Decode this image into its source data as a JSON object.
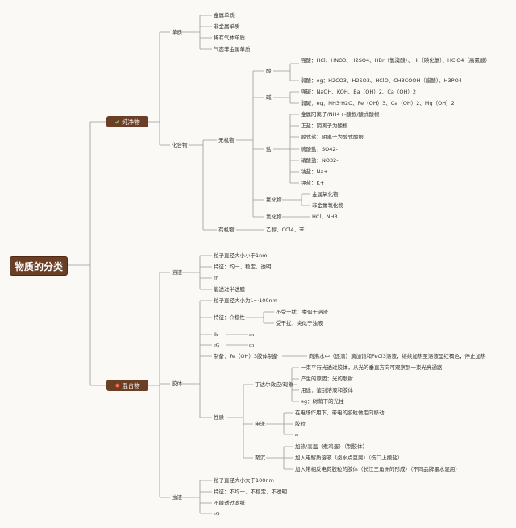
{
  "colors": {
    "node_fill": "#6b3e26",
    "line": "#999999",
    "background": "#faf9f6",
    "text": "#333333"
  },
  "root": "物质的分类",
  "pure": {
    "label": "纯净物",
    "icon": "check-icon",
    "simple": {
      "label": "单质",
      "items": [
        "金属单质",
        "非金属单质",
        "稀有气体单质",
        "气态非金属单质"
      ]
    },
    "compound": {
      "label": "化合物",
      "inorganic": {
        "label": "无机物",
        "acid": {
          "label": "酸",
          "strong": "强酸：HCl、HNO3、H2SO4、HBr（氢溴酸）、HI（碘化氢）、HClO4（高氯酸）",
          "weak": "弱酸：eg：H2CO3、H2SO3、HClO、CH3COOH（醋酸）、H3PO4"
        },
        "base": {
          "label": "碱",
          "strong": "强碱：NaOH、KOH、Ba（OH）2、Ca（OH）2",
          "weak": "弱碱：eg：NH3·H2O、Fe（OH）3、Ca（OH）2、Mg（OH）2"
        },
        "salt": {
          "label": "盐",
          "items": [
            "金属阳离子/NH4+-酸根/酸式酸根",
            "正盐：阴离子为酸根",
            "酸式盐：阴离子为酸式酸根",
            "硫酸盐：SO42-",
            "硝酸盐：NO32-",
            "钠盐：Na+",
            "钾盐：K+"
          ]
        },
        "oxide": {
          "label": "氧化物",
          "items": [
            "金属氧化物",
            "非金属氧化物"
          ]
        },
        "hydride": {
          "label": "氢化物",
          "items": [
            "HCl、NH3"
          ]
        }
      },
      "organic": {
        "label": "有机物",
        "items": [
          "乙醇、CCl4、苯"
        ]
      }
    }
  },
  "mixture": {
    "label": "混合物",
    "icon": "star-icon",
    "solution": {
      "label": "溶液",
      "items": [
        "粒子直径大小小于1nm",
        "特征：均一、稳定、透明",
        "fh",
        "能透过半透膜"
      ]
    },
    "colloid": {
      "label": "胶体",
      "diameter": "粒子直径大小为1～100nm",
      "feature": {
        "label": "特征：介稳性",
        "items": [
          "不受干扰：类似于溶液",
          "受干扰：类似于浊液"
        ]
      },
      "fh": {
        "label": "fh",
        "sub": "ch"
      },
      "eg": {
        "label": "eG",
        "sub": "ch"
      },
      "prep": {
        "label": "制备：Fe（OH）3胶体制备",
        "detail": "向沸水中（逐滴）滴加饱和FeCl3溶液，继续加热至溶液呈红褐色，停止加热"
      },
      "prop": {
        "label": "性质",
        "tyndall": {
          "label": "丁达尔效应/现象",
          "items": [
            "一束平行光透过胶体，从光的垂直方向可观察到一束光亮通路",
            "产生的原因：光的散射",
            "用途：鉴别溶液和胶体",
            "eg：树荫下的光柱"
          ]
        },
        "electrophoresis": {
          "label": "电泳",
          "items": [
            "在电场作用下，带电的胶粒做定向移动",
            "胶粒",
            "a"
          ]
        },
        "coagulation": {
          "label": "聚沉",
          "items": [
            "加热/高温（煮鸡蛋）（制胶体）",
            "加入电解质溶液（卤水点豆腐）（伤口上撒盐）",
            "加入带相反电荷胶粒的胶体（长江三角洲的形成）（不同品牌墨水混用）"
          ]
        }
      }
    },
    "suspension": {
      "label": "浊液",
      "items": [
        "粒子直径大小大于100nm",
        "特征：不均一、不稳定、不透明",
        "不能透过滤纸",
        "eG"
      ]
    }
  }
}
